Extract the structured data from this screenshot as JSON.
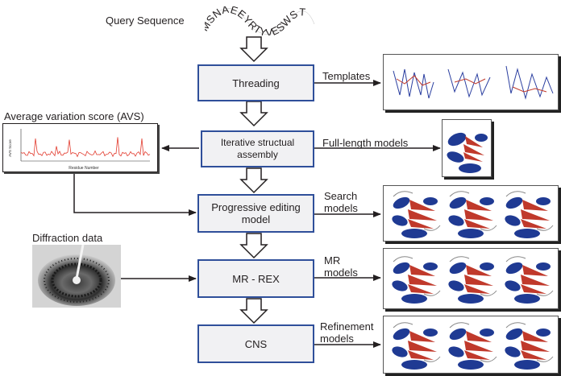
{
  "query": {
    "label": "Query Sequence",
    "sequence": "MSNAEEYRTYVESWST"
  },
  "steps": {
    "threading": "Threading",
    "assembly_line1": "Iterative structual",
    "assembly_line2": "assembly",
    "editing_line1": "Progressive editing",
    "editing_line2": "model",
    "mrrex": "MR - REX",
    "cns": "CNS"
  },
  "outputs": {
    "templates": "Templates",
    "full_length": "Full-length models",
    "search_line1": "Search",
    "search_line2": "models",
    "mr_line1": "MR",
    "mr_line2": "models",
    "refine_line1": "Refinement",
    "refine_line2": "models"
  },
  "avs": {
    "title": "Average variation score (AVS)",
    "y_axis_label": "AVS Score",
    "x_axis_label": "Residue Number"
  },
  "diffraction": {
    "label": "Diffraction data"
  },
  "colors": {
    "box_border": "#2f4f9a",
    "helix": "#1f3a93",
    "strand": "#c0392b",
    "avs_line": "#e23b2e"
  }
}
